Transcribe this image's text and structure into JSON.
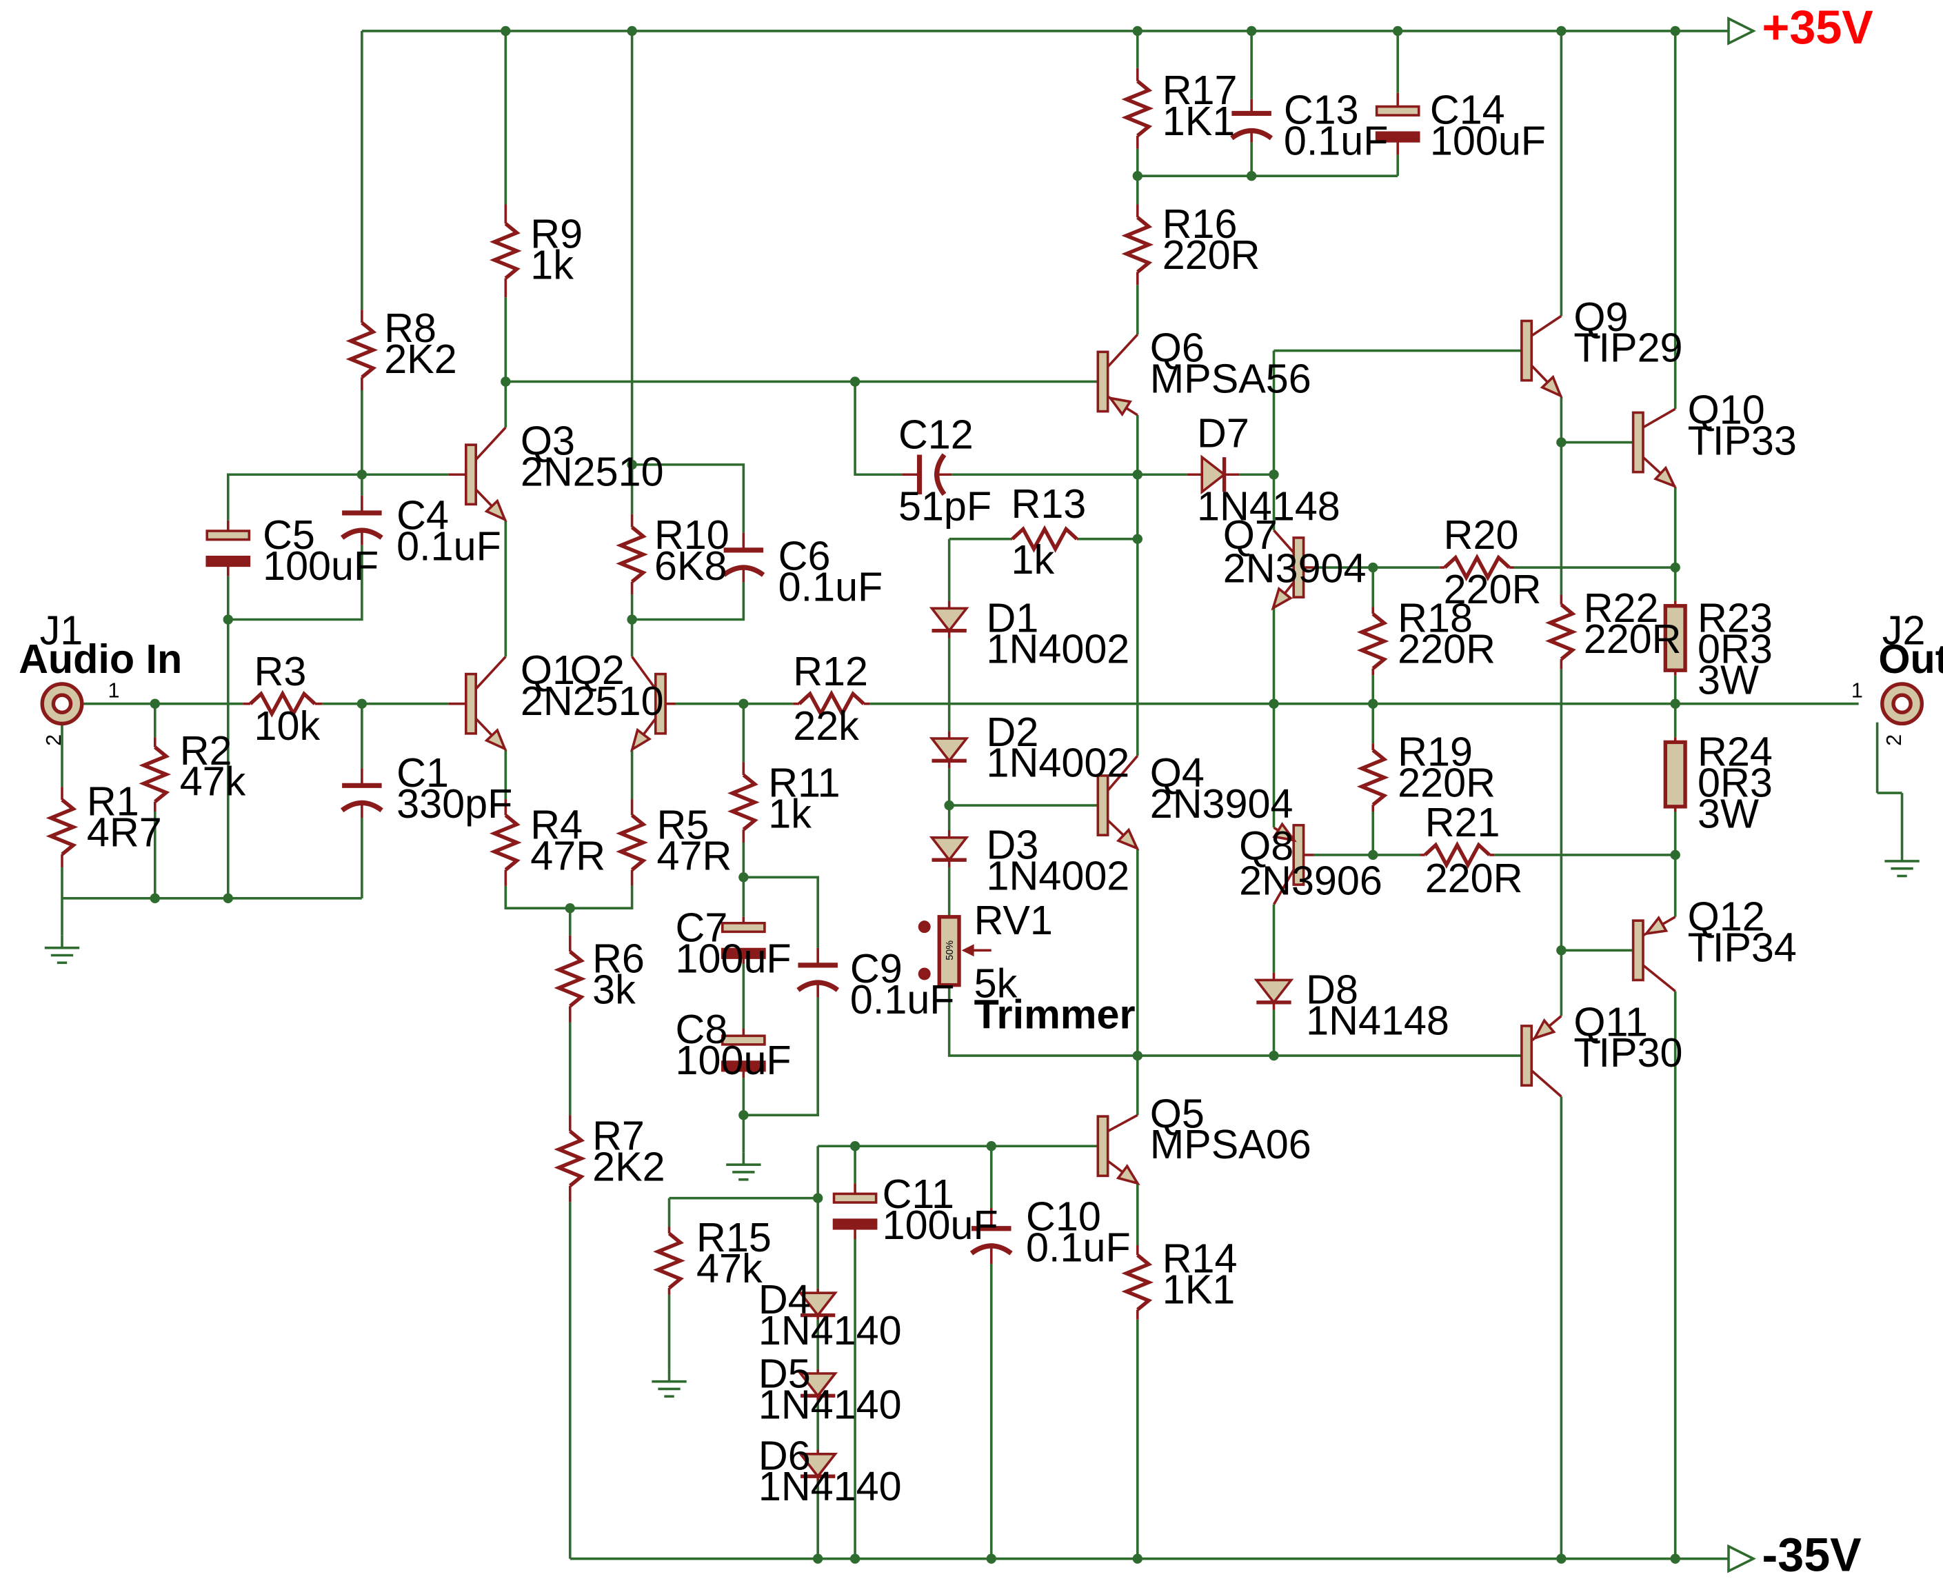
{
  "rails": {
    "positive": {
      "label": "+35V",
      "color": "#ff0000"
    },
    "negative": {
      "label": "-35V",
      "color": "#000000"
    }
  },
  "connectors": {
    "input": {
      "ref": "J1",
      "name": "Audio In",
      "pin1": "1",
      "pin2": "2"
    },
    "output": {
      "ref": "J2",
      "name": "Out",
      "pin1": "1",
      "pin2": "2"
    }
  },
  "components": {
    "R1": {
      "ref": "R1",
      "value": "4R7"
    },
    "R2": {
      "ref": "R2",
      "value": "47k"
    },
    "R3": {
      "ref": "R3",
      "value": "10k"
    },
    "R4": {
      "ref": "R4",
      "value": "47R"
    },
    "R5": {
      "ref": "R5",
      "value": "47R"
    },
    "R6": {
      "ref": "R6",
      "value": "3k"
    },
    "R7": {
      "ref": "R7",
      "value": "2K2"
    },
    "R8": {
      "ref": "R8",
      "value": "2K2"
    },
    "R9": {
      "ref": "R9",
      "value": "1k"
    },
    "R10": {
      "ref": "R10",
      "value": "6K8"
    },
    "R11": {
      "ref": "R11",
      "value": "1k"
    },
    "R12": {
      "ref": "R12",
      "value": "22k"
    },
    "R13": {
      "ref": "R13",
      "value": "1k"
    },
    "R14": {
      "ref": "R14",
      "value": "1K1"
    },
    "R15": {
      "ref": "R15",
      "value": "47k"
    },
    "R16": {
      "ref": "R16",
      "value": "220R"
    },
    "R17": {
      "ref": "R17",
      "value": "1K1"
    },
    "R18": {
      "ref": "R18",
      "value": "220R"
    },
    "R19": {
      "ref": "R19",
      "value": "220R"
    },
    "R20": {
      "ref": "R20",
      "value": "220R"
    },
    "R21": {
      "ref": "R21",
      "value": "220R"
    },
    "R22": {
      "ref": "R22",
      "value": "220R"
    },
    "R23": {
      "ref": "R23",
      "value": "0R3",
      "rating": "3W"
    },
    "R24": {
      "ref": "R24",
      "value": "0R3",
      "rating": "3W"
    },
    "C1": {
      "ref": "C1",
      "value": "330pF"
    },
    "C4": {
      "ref": "C4",
      "value": "0.1uF"
    },
    "C5": {
      "ref": "C5",
      "value": "100uF"
    },
    "C6": {
      "ref": "C6",
      "value": "0.1uF"
    },
    "C7": {
      "ref": "C7",
      "value": "100uF"
    },
    "C8": {
      "ref": "C8",
      "value": "100uF"
    },
    "C9": {
      "ref": "C9",
      "value": "0.1uF"
    },
    "C10": {
      "ref": "C10",
      "value": "0.1uF"
    },
    "C11": {
      "ref": "C11",
      "value": "100uF"
    },
    "C12": {
      "ref": "C12",
      "value": "51pF"
    },
    "C13": {
      "ref": "C13",
      "value": "0.1uF"
    },
    "C14": {
      "ref": "C14",
      "value": "100uF"
    },
    "D1": {
      "ref": "D1",
      "value": "1N4002"
    },
    "D2": {
      "ref": "D2",
      "value": "1N4002"
    },
    "D3": {
      "ref": "D3",
      "value": "1N4002"
    },
    "D4": {
      "ref": "D4",
      "value": "1N4140"
    },
    "D5": {
      "ref": "D5",
      "value": "1N4140"
    },
    "D6": {
      "ref": "D6",
      "value": "1N4140"
    },
    "D7": {
      "ref": "D7",
      "value": "1N4148"
    },
    "D8": {
      "ref": "D8",
      "value": "1N4148"
    },
    "Q1": {
      "ref": "Q1",
      "value": "2N2510"
    },
    "Q2": {
      "ref": "Q2",
      "value": ""
    },
    "Q3": {
      "ref": "Q3",
      "value": "2N2510"
    },
    "Q4": {
      "ref": "Q4",
      "value": "2N3904"
    },
    "Q5": {
      "ref": "Q5",
      "value": "MPSA06"
    },
    "Q6": {
      "ref": "Q6",
      "value": "MPSA56"
    },
    "Q7": {
      "ref": "Q7",
      "value": "2N3904"
    },
    "Q8": {
      "ref": "Q8",
      "value": "2N3906"
    },
    "Q9": {
      "ref": "Q9",
      "value": "TIP29"
    },
    "Q10": {
      "ref": "Q10",
      "value": "TIP33"
    },
    "Q11": {
      "ref": "Q11",
      "value": "TIP30"
    },
    "Q12": {
      "ref": "Q12",
      "value": "TIP34"
    },
    "RV1": {
      "ref": "RV1",
      "value": "5k",
      "note": "Trimmer",
      "wiper": "50%"
    }
  },
  "colors": {
    "wire": "#2e6b2e",
    "component": "#8b1a1a",
    "body_fill": "#d2c6a4",
    "junction": "#2e6b2e",
    "connector_fill": "#d2c6a4"
  }
}
